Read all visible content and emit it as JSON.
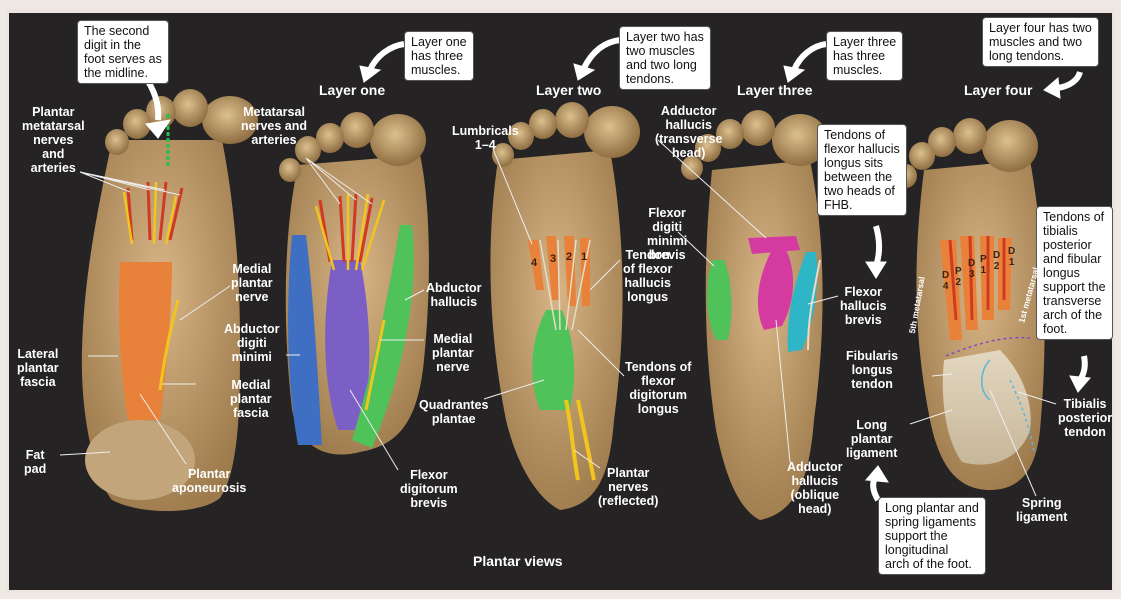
{
  "headings": {
    "layer_one": "Layer one",
    "layer_two": "Layer two",
    "layer_three": "Layer three",
    "layer_four": "Layer four",
    "caption": "Plantar views"
  },
  "callouts": {
    "midline": "The second\ndigit in the\nfoot serves as\nthe midline.",
    "layer_one": "Layer one\nhas three\nmuscles.",
    "layer_two": "Layer two has\ntwo muscles\nand two long\ntendons.",
    "layer_three": "Layer three\nhas three\nmuscles.",
    "layer_four": "Layer four has two\nmuscles and two\nlong tendons.",
    "fhl_tendon": "Tendons of\nflexor hallucis\nlongus sits\nbetween the\ntwo heads of\nFHB.",
    "transverse_arch": "Tendons of\ntibialis\nposterior\nand fibular\nlongus\nsupport the\ntransverse\narch of the\nfoot.",
    "longitudinal_arch": "Long plantar and\nspring ligaments\nsupport the\nlongitudinal\narch of the foot."
  },
  "labels": {
    "plantar_metatarsal": "Plantar\nmetatarsal\nnerves\nand\narteries",
    "lateral_plantar_fascia": "Lateral\nplantar\nfascia",
    "fat_pad": "Fat\npad",
    "medial_plantar_nerve_1": "Medial\nplantar\nnerve",
    "medial_plantar_fascia": "Medial\nplantar\nfascia",
    "plantar_aponeurosis": "Plantar\naponeurosis",
    "metatarsal_nerves": "Metatarsal\nnerves and\narteries",
    "abductor_digiti_minimi": "Abductor\ndigiti\nminimi",
    "abductor_hallucis": "Abductor\nhallucis",
    "medial_plantar_nerve_2": "Medial\nplantar\nnerve",
    "flexor_digitorum_brevis": "Flexor\ndigitorum\nbrevis",
    "lumbricals": "Lumbricals\n1–4",
    "quadrantes_plantae": "Quadrantes\nplantae",
    "tendon_fhl": "Tendon\nof flexor\nhallucis\nlongus",
    "tendons_fdl": "Tendons of\nflexor\ndigitorum\nlongus",
    "plantar_nerves": "Plantar\nnerves\n(reflected)",
    "adductor_transverse": "Adductor\nhallucis\n(transverse\nhead)",
    "flexor_digiti_minimi": "Flexor\ndigiti\nminimi\nbrevis",
    "adductor_oblique": "Adductor\nhallucis\n(oblique\nhead)",
    "flexor_hallucis_brevis": "Flexor\nhallucis\nbrevis",
    "fibularis_longus": "Fibularis\nlongus\ntendon",
    "long_plantar_ligament": "Long\nplantar\nligament",
    "spring_ligament": "Spring\nligament",
    "tibialis_posterior": "Tibialis\nposterior\ntendon",
    "fifth_metatarsal": "5th metatarsal",
    "first_metatarsal": "1st metatarsal"
  },
  "digit_marks": {
    "lumbrical_numbers": [
      "4",
      "3",
      "2",
      "1"
    ],
    "interossei": [
      "D\n4",
      "P\n2",
      "D\n3",
      "P\n1",
      "D\n2",
      "D\n1"
    ]
  },
  "colors": {
    "background": "#262325",
    "skin": "#c7a26e",
    "orange_muscle": "#e8823a",
    "yellow_nerve": "#f2c51e",
    "red_artery": "#d03a22",
    "blue_muscle": "#3f6fc2",
    "purple_muscle": "#7b5fc4",
    "green_muscle": "#4fc25a",
    "magenta_muscle": "#d53aa0",
    "cyan_muscle": "#2fb6c6",
    "midline": "#22c24a"
  }
}
